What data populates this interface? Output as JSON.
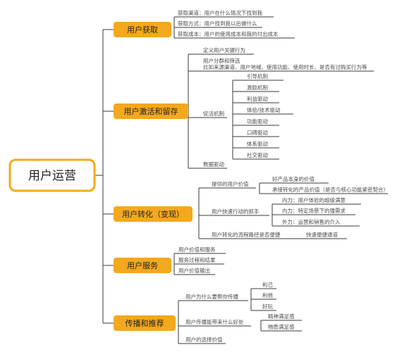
{
  "colors": {
    "line": "#3a3a3a",
    "node_fill": "#f4a81d",
    "root_border": "#f4a81d",
    "text": "#4a4a4a"
  },
  "root": {
    "label": "用户运营"
  },
  "branches": [
    {
      "label": "用户获取",
      "items": [
        "获取渠道：用户在什么情况下找到我",
        "获取方式：用户找到我以后做什么",
        "获取成本：用户的使用成本和我的付出成本"
      ]
    },
    {
      "label": "用户激活和留存",
      "items": [
        "定义用户关键行为",
        "用户分群和筛选",
        "比如来源渠道、用户地域、使用功能、使用时长、是否有过购买行为等",
        "促活机制",
        "数据驱动"
      ],
      "mechanisms": [
        "引导机制",
        "激励机制",
        "利益驱动",
        "体验/技术驱动",
        "功能驱动",
        "口碑驱动",
        "体系驱动",
        "社交驱动"
      ]
    },
    {
      "label": "用户转化（变现）",
      "items": [
        "提供的用户价值",
        "用户快速行动的抓手",
        "用户转化的流程路径是否便捷"
      ],
      "value_items": [
        "好产品本身的价值",
        "承接转化的产品价值（是否与核心功能紧密契合）"
      ],
      "grip_items": [
        "内力：用户体验的超级满意",
        "内力：特定场景下的强需求",
        "外力：运营和销售的介入"
      ],
      "path_item": "快速便捷通道"
    },
    {
      "label": "用户服务",
      "items": [
        "用户价值和服务",
        "服务过程和结果",
        "用户价值输出"
      ]
    },
    {
      "label": "传播和推荐",
      "items": [
        "用户为什么要帮你传播",
        "用户传播能带来什么好处",
        "用户的选择价值"
      ],
      "why_items": [
        "利己",
        "利他",
        "好玩"
      ],
      "benefit_items": [
        "精神满足感",
        "物质满足感"
      ]
    }
  ]
}
